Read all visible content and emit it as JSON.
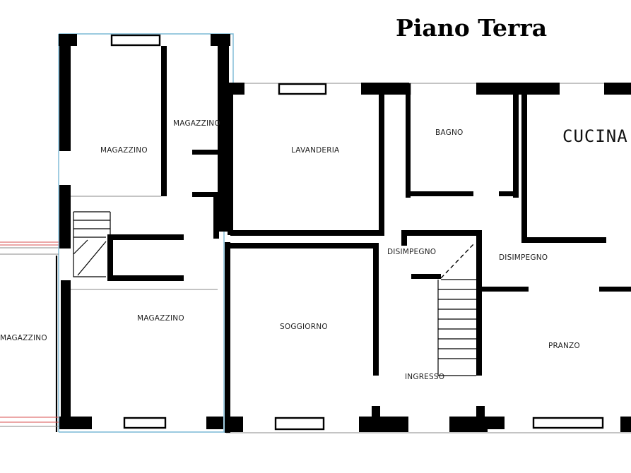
{
  "plan": {
    "title": "Piano Terra",
    "rooms": {
      "magazzino_top_left": "MAGAZZINO",
      "magazzino_top_right": "MAGAZZINO",
      "lavanderia": "LAVANDERIA",
      "bagno": "BAGNO",
      "cucina": "CUCINA",
      "disimpegno_center": "DISIMPEGNO",
      "disimpegno_right": "DISIMPEGNO",
      "magazzino_middle": "MAGAZZINO",
      "soggiorno": "SOGGIORNO",
      "pranzo": "PRANZO",
      "ingresso": "INGRESSO",
      "magazzino_far_left": "MAGAZZINO"
    }
  }
}
